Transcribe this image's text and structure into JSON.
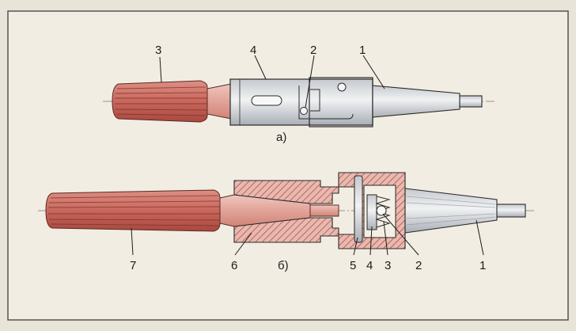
{
  "labels": {
    "a": {
      "n3": "3",
      "n4": "4",
      "n2": "2",
      "n1": "1",
      "caption": "а)"
    },
    "b": {
      "n7": "7",
      "n6": "6",
      "caption": "б)",
      "n5": "5",
      "n4": "4",
      "n3": "3",
      "n2": "2",
      "n1": "1"
    }
  },
  "colors": {
    "paper": "#f2ede2",
    "ink": "#2a2a2a",
    "copper": "#c9675c",
    "copper_light": "#e0a69b",
    "steel": "#dcdde0",
    "steel_dark": "#9da3aa",
    "hatch": "#b24f47"
  }
}
